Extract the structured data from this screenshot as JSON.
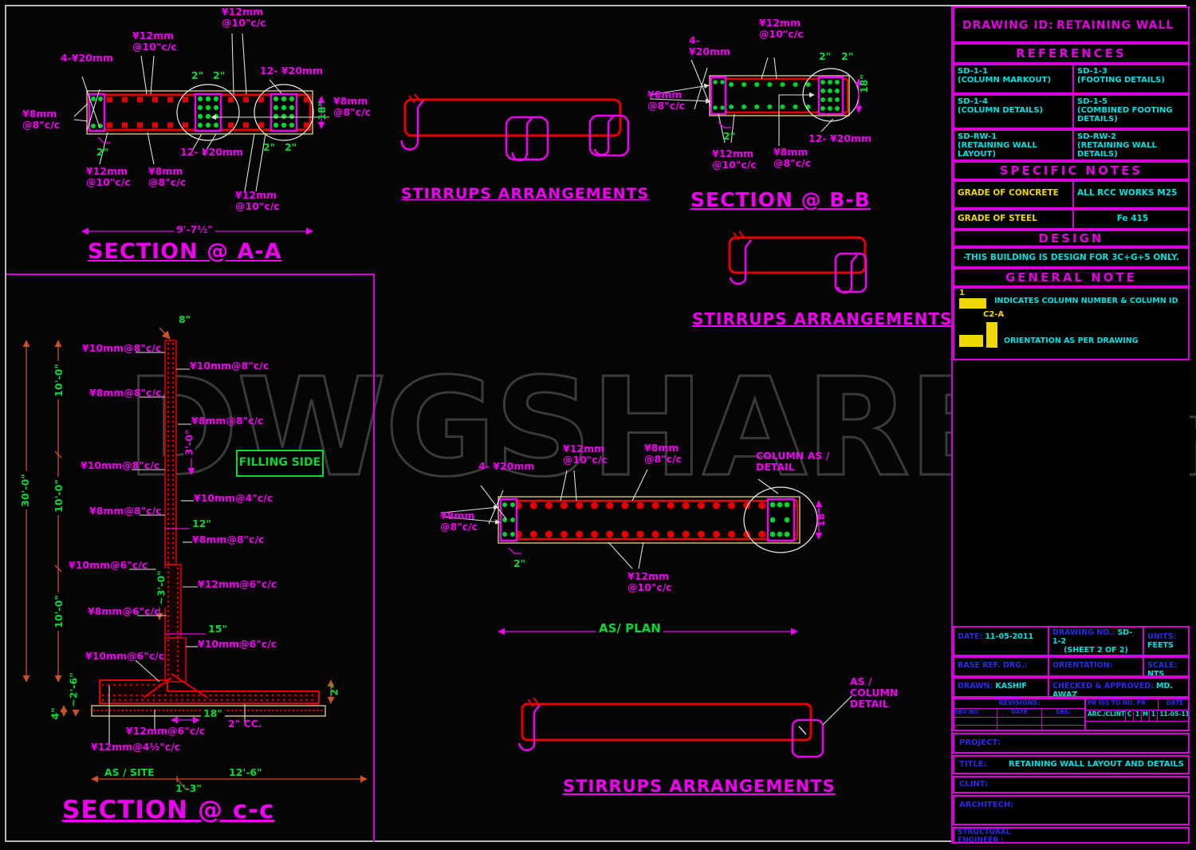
{
  "colors": {
    "magenta": "#EE00EE",
    "red": "#E60000",
    "green": "#00DC32",
    "cyan": "#00E0E0",
    "yellow": "#EED800",
    "blue": "#2B2BE6",
    "dim_line": "#C8502A",
    "beam_outline": "#C8B87C",
    "watermark_gray": "#3A3A3A"
  },
  "watermark": {
    "text": "DWGSHARE",
    "suffix": ".com"
  },
  "stirrups": {
    "title": "STIRRUPS ARRANGEMENTS"
  },
  "section_aa": {
    "title": "SECTION @ A-A",
    "labels": {
      "bars4": "4-¥20mm",
      "top_bar_left": "¥12mm\n@10\"c/c",
      "top_bar_right": "¥12mm\n@10\"c/c",
      "col_top": "12- ¥20mm",
      "gap_top_a": "2\"",
      "gap_top_b": "2\"",
      "stirrup_left": "¥8mm\n@8\"c/c",
      "stirrup_right": "¥8mm\n@8\"c/c",
      "depth": "18\"",
      "cover_bottom_left": "2\"",
      "bot_bar_left": "¥12mm\n@10\"c/c",
      "stirrup_bottom": "¥8mm\n@8\"c/c",
      "col_bottom": "12- ¥20mm",
      "gap_bot_a": "2\"",
      "gap_bot_b": "2\"",
      "bot_bar_right": "¥12mm\n@10\"c/c",
      "width_dim": "9'-7½\""
    }
  },
  "section_bb": {
    "title": "SECTION @ B-B",
    "labels": {
      "bars4": "4-\n¥20mm",
      "top_bar": "¥12mm\n@10\"c/c",
      "gap_a": "2\"",
      "gap_b": "2\"",
      "stirrup_left": "¥8mm\n@8\"c/c",
      "cover": "2\"",
      "bot_bar": "¥12mm\n@10\"c/c",
      "stirrup_bottom": "¥8mm\n@8\"c/c",
      "col": "12- ¥20mm",
      "depth": "18\""
    }
  },
  "section_cc": {
    "title": "SECTION @ c-c",
    "left_labels": [
      "¥10mm@8\"c/c",
      "¥8mm@8\"c/c",
      "¥10mm@8\"c/c",
      "¥8mm@8\"c/c",
      "¥10mm@6\"c/c",
      "¥8mm@6\"c/c",
      "¥10mm@6\"c/c"
    ],
    "right_labels": [
      "¥10mm@8\"c/c",
      "¥8mm@8\"c/c",
      "¥10mm@4\"c/c",
      "¥8mm@8\"c/c",
      "¥12mm@6\"c/c",
      "¥10mm@6\"c/c"
    ],
    "filling_side": "FILLING SIDE",
    "dims": {
      "wall_top": "8\"",
      "step1": "12\"",
      "step2": "15\"",
      "total_height": "30'-0\"",
      "seg_height": "10'-0\"",
      "wall_3ft_a": "3'-0\"",
      "wall_3ft_b": "~3'-0\"",
      "footing_depth": "~2'-6\"",
      "base_pad": "4\"",
      "cover_right": "2\"",
      "spread": "18\"",
      "cc": "2\" CC.",
      "as_site": "AS / SITE",
      "footing_width": "12'-6\"",
      "toe": "1'-3\""
    },
    "bottom_labels": {
      "slab_main": "¥12mm@6\"c/c",
      "slab_secondary": "¥12mm@4½\"c/c"
    }
  },
  "plan": {
    "caption": "AS/ PLAN",
    "labels": {
      "bars4": "4- ¥20mm",
      "top_bar": "¥12mm\n@10\"c/c",
      "stirrup_top": "¥8mm\n@8\"c/c",
      "column_note": "COLUMN AS /\nDETAIL",
      "stirrup_left": "¥8mm\n@8\"c/c",
      "cover": "2\"",
      "bot_bar": "¥12mm\n@10\"c/c",
      "depth": "18\""
    }
  },
  "bottom_stirrup": {
    "note": "AS /\nCOLUMN\nDETAIL"
  },
  "title_block": {
    "drawing_id_label": "DRAWING ID:",
    "drawing_id_value": "RETAINING WALL",
    "references_header": "REFERENCES",
    "references": [
      {
        "id": "SD-1-1",
        "desc": "(COLUMN MARKOUT)"
      },
      {
        "id": "SD-1-3",
        "desc": "(FOOTING DETAILS)"
      },
      {
        "id": "SD-1-4",
        "desc": "(COLUMN DETAILS)"
      },
      {
        "id": "SD-1-5",
        "desc": "(COMBINED FOOTING DETAILS)"
      },
      {
        "id": "SD-RW-1",
        "desc": "(RETAINING WALL LAYOUT)"
      },
      {
        "id": "SD-RW-2",
        "desc": "(RETAINING WALL DETAILS)"
      }
    ],
    "specific_notes_header": "SPECIFIC NOTES",
    "specific_notes": [
      {
        "label": "GRADE OF CONCRETE",
        "value": "ALL RCC WORKS M25"
      },
      {
        "label": "GRADE OF STEEL",
        "value": "Fe 415"
      }
    ],
    "design_header": "DESIGN",
    "design_note": "-THIS BUILDING IS DESIGN FOR 3C+G+5 ONLY.",
    "general_note_header": "GENERAL NOTE",
    "general_note_1_marker": "1",
    "general_note_1_text": "INDICATES COLUMN NUMBER & COLUMN ID",
    "general_note_1_sub": "C2-A",
    "general_note_2_text": "ORIENTATION AS PER DRAWING",
    "info": {
      "date_label": "DATE:",
      "date_value": "11-05-2011",
      "drawing_no_label": "DRAWING NO.:",
      "drawing_no_value": "SD-1-2",
      "sheet": "(SHEET 2 OF 2)",
      "units_label": "UNITS:",
      "units_value": "FEETS",
      "base_ref_label": "BASE REF. DRG.:",
      "orientation_label": "ORIENTATION:",
      "scale_label": "SCALE:",
      "scale_value": "NTS",
      "drawn_label": "DRAWN:",
      "drawn_value": "KASHIF",
      "checked_label": "CHECKED & APPROVED:",
      "checked_value": "MD. AWAZ",
      "revisions_header": "REVISIONS:",
      "rev_col_1": "REV NO",
      "rev_col_2": "DATE",
      "rev_col_3": "DES.",
      "issue_header": "PR ISS TO NO. PR",
      "issue_date_header": "DATE",
      "issue_to": "ARC./CLINT",
      "issue_c1": "C",
      "issue_c2": "1",
      "issue_c3": "M",
      "issue_c4": "1",
      "issue_date": "11-05-11",
      "project_label": "PROJECT:",
      "title_label": "TITLE:",
      "title_value": "RETAINING WALL LAYOUT AND DETAILS",
      "client_label": "CLINT:",
      "architect_label": "ARCHITECH:",
      "structural_label": "STRUCTURAL\nENGINEER :"
    }
  }
}
